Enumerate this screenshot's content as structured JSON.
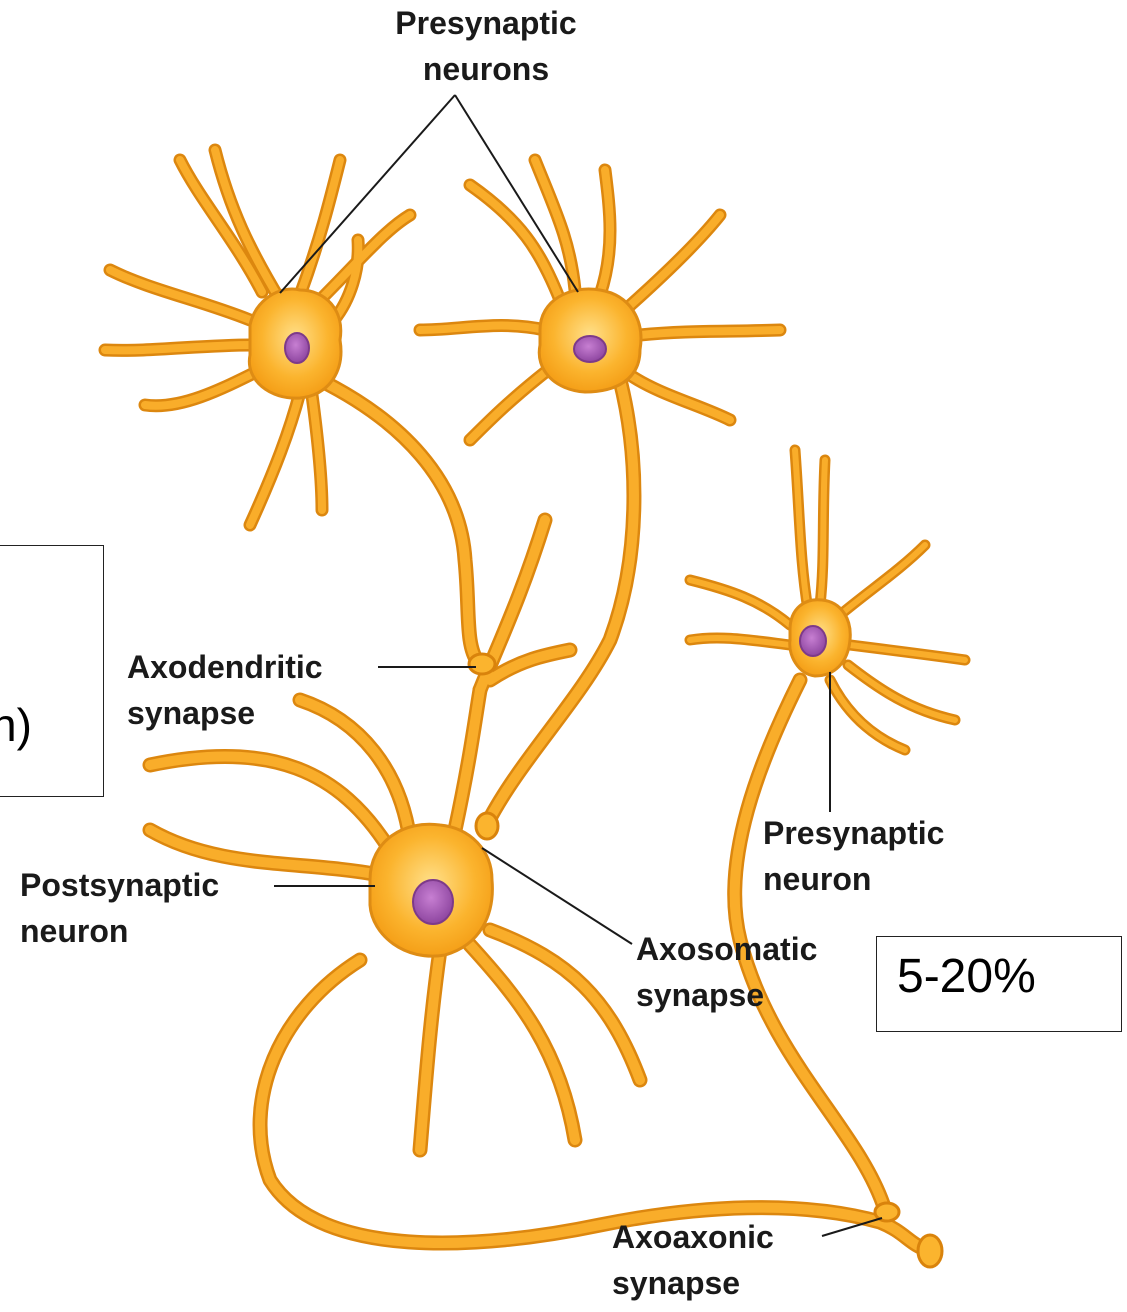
{
  "labels": {
    "presynaptic_neurons": [
      "Presynaptic",
      "neurons"
    ],
    "axodendritic_synapse": [
      "Axodendritic",
      "synapse"
    ],
    "postsynaptic_neuron": [
      "Postsynaptic",
      "neuron"
    ],
    "presynaptic_neuron": [
      "Presynaptic",
      "neuron"
    ],
    "axosomatic_synapse": [
      "Axosomatic",
      "synapse"
    ],
    "axoaxonic_synapse": [
      "Axoaxonic",
      "synapse"
    ]
  },
  "boxes": {
    "left_clipped_text": "n)",
    "right_percent": "5-20%"
  },
  "colors": {
    "neuron_fill": "#f7a21b",
    "neuron_highlight": "#ffd66b",
    "neuron_outline": "#d9830c",
    "nucleus": "#a857b5",
    "nucleus_outline": "#7d3a8a",
    "leader_line": "#1a1a1a"
  }
}
